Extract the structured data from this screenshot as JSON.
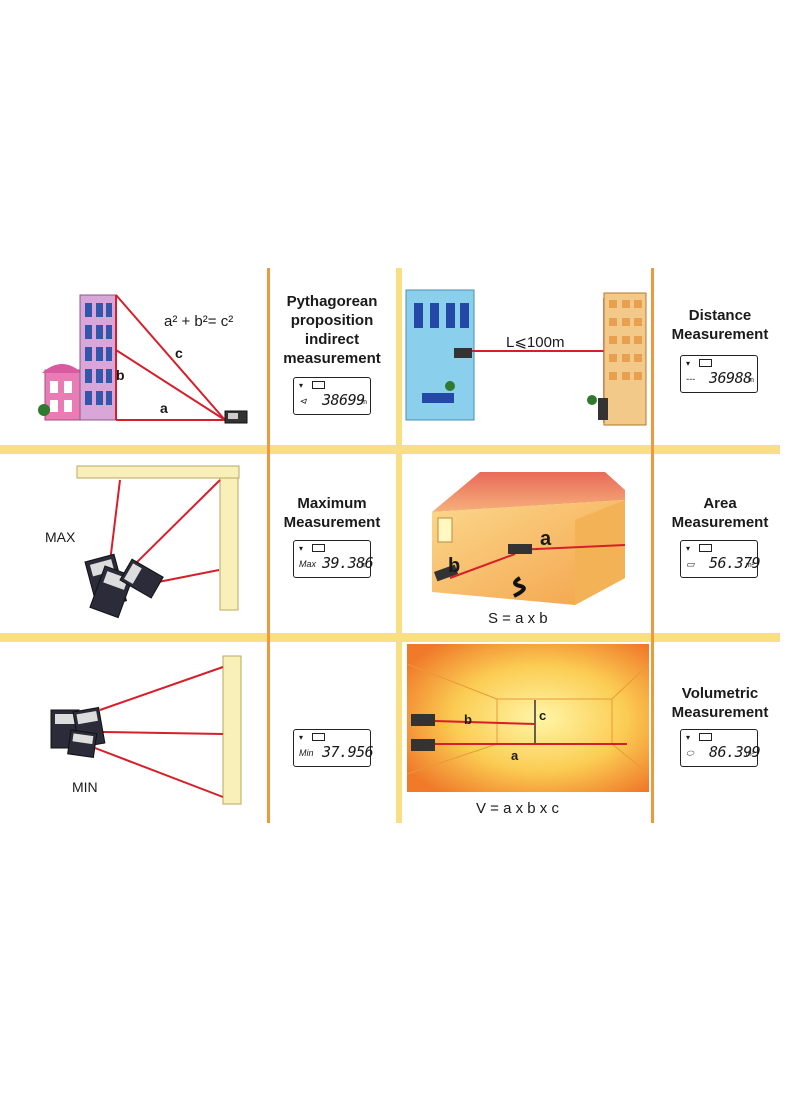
{
  "grid_colors": {
    "horizontal": "#f7df82",
    "vertical": "#ec9a3b"
  },
  "pythagorean": {
    "label_1": "Pythagorean",
    "label_2": "proposition",
    "label_3": "indirect",
    "label_4": "measurement",
    "formula": "a² + b²= c²",
    "side_a": "a",
    "side_b": "b",
    "side_c": "c",
    "display": {
      "prefix": "⊲",
      "value": "38699",
      "unit": "m"
    }
  },
  "distance": {
    "label_1": "Distance",
    "label_2": "Measurement",
    "range": "L⩽100m",
    "display": {
      "prefix": "---",
      "value": "36988",
      "unit": "m"
    }
  },
  "maximum": {
    "side_label": "MAX",
    "label_1": "Maximum",
    "label_2": "Measurement",
    "display": {
      "prefix": "Max",
      "value": "39.386",
      "unit": "m"
    }
  },
  "area": {
    "label_1": "Area",
    "label_2": "Measurement",
    "side_a": "a",
    "side_b": "b",
    "symbol": "S",
    "formula": "S = a x b",
    "display": {
      "prefix": "▭",
      "value": "56.379",
      "unit": "m²"
    }
  },
  "minimum": {
    "side_label": "MIN",
    "display": {
      "prefix": "Min",
      "value": "37.956",
      "unit": ""
    }
  },
  "volume": {
    "label_1": "Volumetric",
    "label_2": "Measurement",
    "side_a": "a",
    "side_b": "b",
    "side_c": "c",
    "formula": "V = a x b x c",
    "display": {
      "prefix": "⬭",
      "value": "86.399",
      "unit": "m³"
    }
  }
}
